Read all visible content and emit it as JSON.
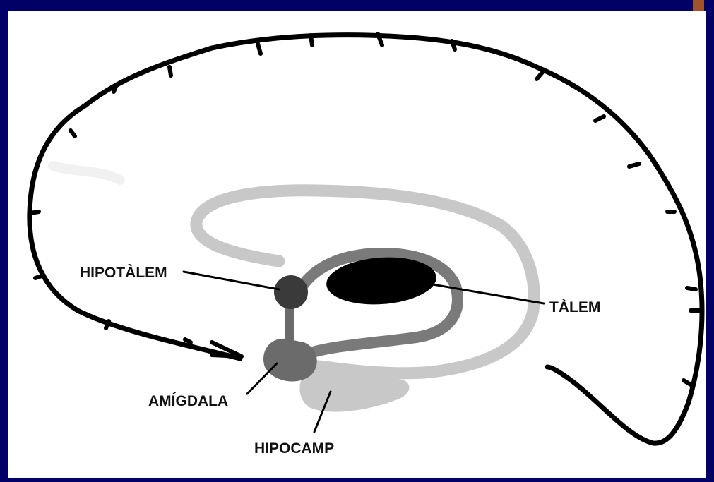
{
  "labels": {
    "hypothalamus": "HIPOTÀLEM",
    "thalamus": "TÀLEM",
    "amygdala": "AMÍGDALA",
    "hippocampus": "HIPOCAMP"
  },
  "colors": {
    "slide_background": "#000066",
    "panel": "#ffffff",
    "outline": "#000000",
    "fornix_outer": "#c8c8c8",
    "limbic_ring": "#7a7a7a",
    "hypothalamus": "#3a3a3a",
    "thalamus": "#000000",
    "amygdala": "#6b6b6b",
    "hippocampus": "#c8c8c8"
  }
}
